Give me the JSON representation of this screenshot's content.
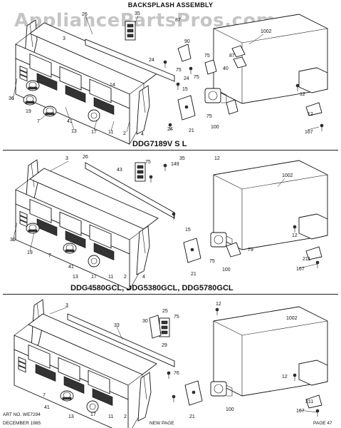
{
  "header": {
    "title": "BACKSPLASH ASSEMBLY"
  },
  "watermark": {
    "text": "AppliancePartsPros.com"
  },
  "sections": [
    {
      "model": "",
      "callouts": [
        "26",
        "3",
        "35",
        "87",
        "1002",
        "90",
        "75",
        "87",
        "24",
        "75",
        "40",
        "24",
        "14",
        "75",
        "12",
        "15",
        "75",
        "36",
        "19",
        "7",
        "41",
        "13",
        "17",
        "11",
        "2",
        "4",
        "21",
        "100",
        "24",
        "12",
        "167"
      ]
    },
    {
      "model": "DDG7189V S L",
      "callouts": [
        "3",
        "26",
        "43",
        "75",
        "35",
        "149",
        "12",
        "1002",
        "15",
        "12",
        "36",
        "19",
        "7",
        "41",
        "13",
        "17",
        "11",
        "2",
        "4",
        "75",
        "21",
        "79",
        "100",
        "211",
        "167"
      ]
    },
    {
      "model": "DDG4580GCL, DDG5380GCL, DDG5780GCL",
      "callouts": [
        "3",
        "33",
        "30",
        "25",
        "75",
        "29",
        "12",
        "1002",
        "76",
        "12",
        "7",
        "41",
        "13",
        "17",
        "11",
        "2",
        "21",
        "100",
        "211",
        "167"
      ]
    }
  ],
  "footer": {
    "art_no": "ART NO. WE7294",
    "date": "DECEMBER 1985",
    "center": "NEW PAGE",
    "page": "PAGE 47"
  }
}
